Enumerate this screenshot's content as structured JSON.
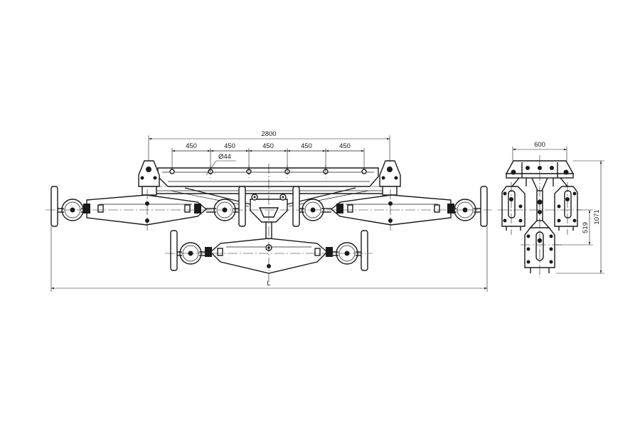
{
  "dimensions": {
    "overall_span": "2800",
    "spacings": [
      "450",
      "450",
      "450",
      "450",
      "450"
    ],
    "hole_diameter": "Ø44",
    "length": "L",
    "end_view_width": "600",
    "end_view_drop": "519",
    "end_view_height": "1071"
  }
}
